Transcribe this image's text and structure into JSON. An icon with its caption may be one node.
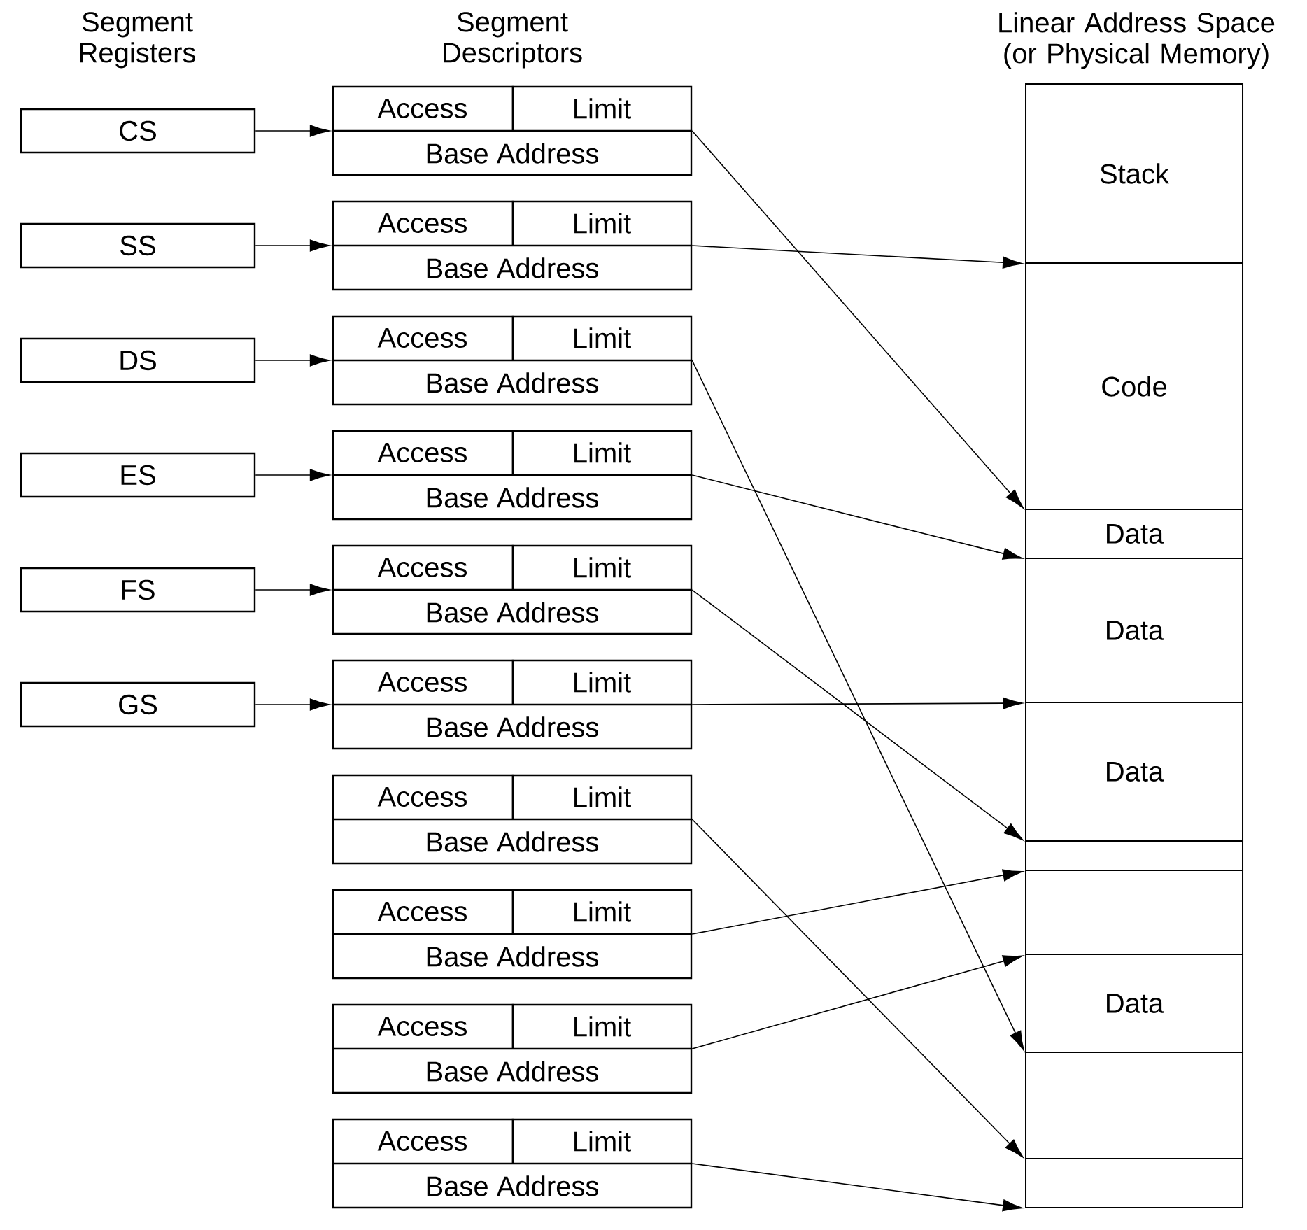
{
  "diagram": {
    "nodes": [
      {
        "text": [
          "CS"
        ]
      },
      {
        "text": [
          "SS"
        ]
      },
      {
        "text": [
          "DS"
        ]
      },
      {
        "text": [
          "ES"
        ]
      },
      {
        "text": [
          "FS"
        ]
      },
      {
        "text": [
          "GS"
        ]
      },
      {
        "text": [
          "Access",
          "Limit",
          "Base Address"
        ]
      },
      {
        "text": [
          "Access",
          "Limit",
          "Base Address"
        ]
      },
      {
        "text": [
          "Access",
          "Limit",
          "Base Address"
        ]
      },
      {
        "text": [
          "Access",
          "Limit",
          "Base Address"
        ]
      },
      {
        "text": [
          "Access",
          "Limit",
          "Base Address"
        ]
      },
      {
        "text": [
          "Access",
          "Limit",
          "Base Address"
        ]
      },
      {
        "text": [
          "Access",
          "Limit",
          "Base Address"
        ]
      },
      {
        "text": [
          "Access",
          "Limit",
          "Base Address"
        ]
      },
      {
        "text": [
          "Access",
          "Limit",
          "Base Address"
        ]
      },
      {
        "text": [
          "Access",
          "Limit",
          "Base Address"
        ]
      },
      {
        "text": [
          "Stack"
        ]
      },
      {
        "text": [
          "Code"
        ]
      },
      {
        "text": [
          "Data"
        ]
      },
      {
        "text": [
          "Data"
        ]
      },
      {
        "text": [
          "Data"
        ]
      },
      {
        "text": [],
        "shape": "box"
      },
      {
        "text": [],
        "shape": "box"
      },
      {
        "text": [
          "Data"
        ]
      },
      {
        "text": [],
        "shape": "box"
      },
      {
        "text": [],
        "shape": "box"
      }
    ],
    "edges": [
      {
        "from": 0,
        "to": 6,
        "arrow": "to"
      },
      {
        "from": 1,
        "to": 7,
        "arrow": "to"
      },
      {
        "from": 2,
        "to": 8,
        "arrow": "to"
      },
      {
        "from": 3,
        "to": 9,
        "arrow": "to"
      },
      {
        "from": 4,
        "to": 10,
        "arrow": "to"
      },
      {
        "from": 5,
        "to": 11,
        "arrow": "to"
      },
      {
        "from": 6,
        "to": 17,
        "arrow": "to"
      },
      {
        "from": 7,
        "to": 16,
        "arrow": "to"
      },
      {
        "from": 8,
        "to": 23,
        "arrow": "to"
      },
      {
        "from": 9,
        "to": 18,
        "arrow": "to"
      },
      {
        "from": 10,
        "to": 20,
        "arrow": "to"
      },
      {
        "from": 11,
        "to": 19,
        "arrow": "to"
      },
      {
        "from": 12,
        "to": 24,
        "arrow": "to"
      },
      {
        "from": 13,
        "to": 21,
        "arrow": "to"
      },
      {
        "from": 14,
        "to": 22,
        "arrow": "to"
      },
      {
        "from": 15,
        "to": 25,
        "arrow": "to"
      }
    ],
    "labels": [
      "Segment Registers",
      "Segment Descriptors",
      "Linear Address Space (or Physical Memory)"
    ]
  }
}
